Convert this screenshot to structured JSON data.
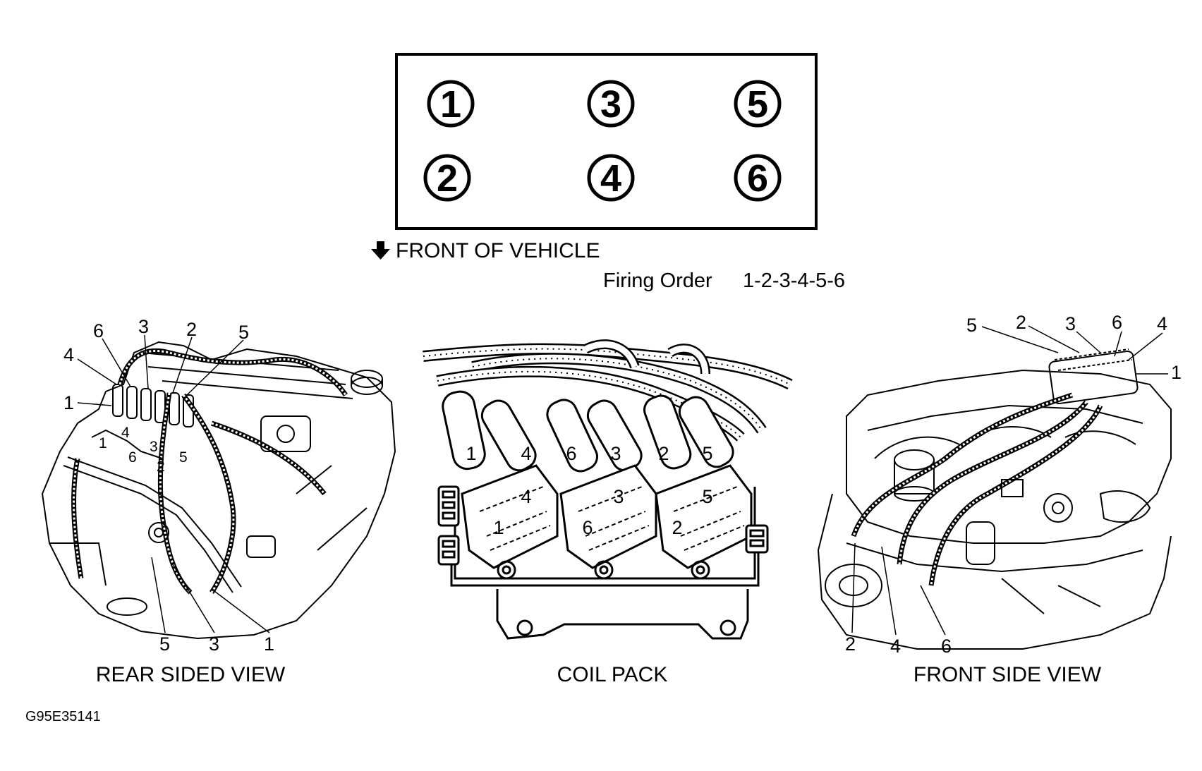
{
  "cylinder_layout": {
    "top_row": [
      "1",
      "3",
      "5"
    ],
    "bottom_row": [
      "2",
      "4",
      "6"
    ]
  },
  "front_of_vehicle": "FRONT OF VEHICLE",
  "front_arrow_icon": "down-arrow-icon",
  "firing_order_label": "Firing Order",
  "firing_order_value": "1-2-3-4-5-6",
  "rear_view": {
    "caption": "REAR SIDED VIEW",
    "top_callouts": [
      "4",
      "6",
      "3",
      "2",
      "5"
    ],
    "side_callout": "1",
    "coil_labels": [
      "1",
      "4",
      "3",
      "6",
      "2",
      "5"
    ],
    "bottom_callouts": [
      "5",
      "3",
      "1"
    ]
  },
  "coil_pack": {
    "caption": "COIL PACK",
    "boot_labels": [
      "1",
      "4",
      "6",
      "3",
      "2",
      "5"
    ],
    "coil_labels": [
      [
        "4",
        "1"
      ],
      [
        "3",
        "6"
      ],
      [
        "5",
        "2"
      ]
    ]
  },
  "front_view": {
    "caption": "FRONT SIDE VIEW",
    "top_callouts": [
      "5",
      "2",
      "3",
      "6",
      "4"
    ],
    "side_callout": "1",
    "bottom_callouts": [
      "2",
      "4",
      "6"
    ]
  },
  "figure_code": "G95E35141"
}
